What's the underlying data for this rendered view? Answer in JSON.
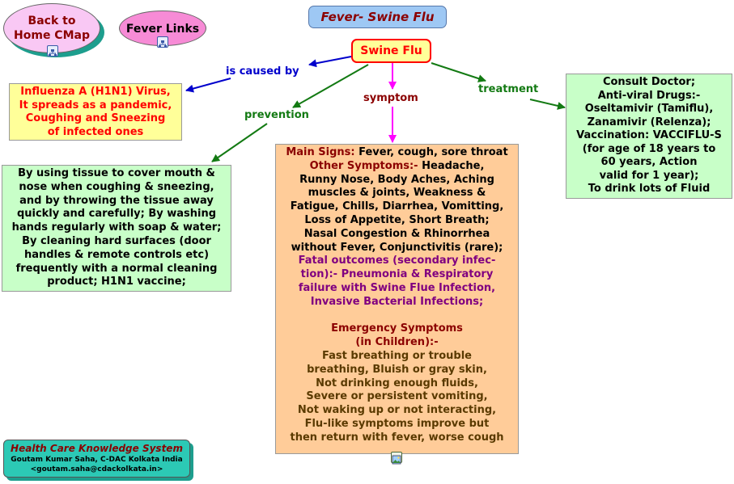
{
  "title": "Fever- Swine Flu",
  "nav": {
    "back_home": [
      "Back to",
      "Home CMap"
    ],
    "fever_links": "Fever Links"
  },
  "central": "Swine Flu",
  "link_labels": {
    "caused_by": "is caused by",
    "symptom": "symptom",
    "treatment": "treatment",
    "prevention": "prevention"
  },
  "cause": [
    "Influenza A (H1N1) Virus,",
    "It spreads as a pandemic,",
    "Coughing and Sneezing",
    "of infected ones"
  ],
  "treatment": [
    "Consult Doctor;",
    "Anti-viral Drugs:-",
    "Oseltamivir (Tamiflu),",
    "Zanamivir (Relenza);",
    "Vaccination: VACCIFLU-S",
    "(for age of 18 years to",
    "60 years, Action",
    "valid for 1 year);",
    "To drink lots of Fluid"
  ],
  "prevention": [
    "By using tissue to cover mouth &",
    "nose when coughing & sneezing,",
    "and by throwing the tissue away",
    "quickly and carefully;  By washing",
    "hands regularly with soap & water;",
    "By cleaning hard surfaces (door",
    "handles & remote controls etc)",
    "frequently with a normal cleaning",
    "product; H1N1 vaccine;"
  ],
  "symptoms": {
    "main_label": "Main Signs:",
    "main_text": " Fever, cough, sore throat",
    "other_label": "Other Symptoms:-",
    "other_text_first": " Headache,",
    "other_lines": [
      "Runny Nose, Body Aches, Aching",
      "muscles & joints, Weakness &",
      "Fatigue, Chills, Diarrhea, Vomitting,",
      "Loss of Appetite, Short Breath;",
      "Nasal Congestion & Rhinorrhea",
      "without Fever, Conjunctivitis (rare);"
    ],
    "fatal_lines": [
      "Fatal outcomes (secondary infec-",
      "tion):- Pneumonia & Respiratory",
      "failure with Swine Flue Infection,",
      "Invasive Bacterial Infections;"
    ],
    "emergency_heading": [
      "Emergency Symptoms",
      "(in Children):-"
    ],
    "emergency_lines": [
      "Fast breathing or trouble",
      "breathing, Bluish or gray skin,",
      "Not drinking enough fluids,",
      "Severe or persistent vomiting,",
      "Not waking up or not interacting,",
      "Flu-like symptoms improve but",
      "then return with fever, worse cough"
    ]
  },
  "credits": {
    "title": "Health Care Knowledge System",
    "author": "Goutam Kumar Saha, C-DAC Kolkata India",
    "email": "<goutam.saha@cdackolkata.in>"
  },
  "colors": {
    "dark_red": "#8b0000",
    "red": "#ff0000",
    "blue": "#0000cc",
    "green": "#137a13",
    "magenta": "#ff00ff",
    "purple": "#800080",
    "olive": "#5a3a00",
    "teal": "#2cc9b5"
  },
  "icons": [
    "cmap-link-icon",
    "cmap-link-icon",
    "image-resource-icon"
  ]
}
